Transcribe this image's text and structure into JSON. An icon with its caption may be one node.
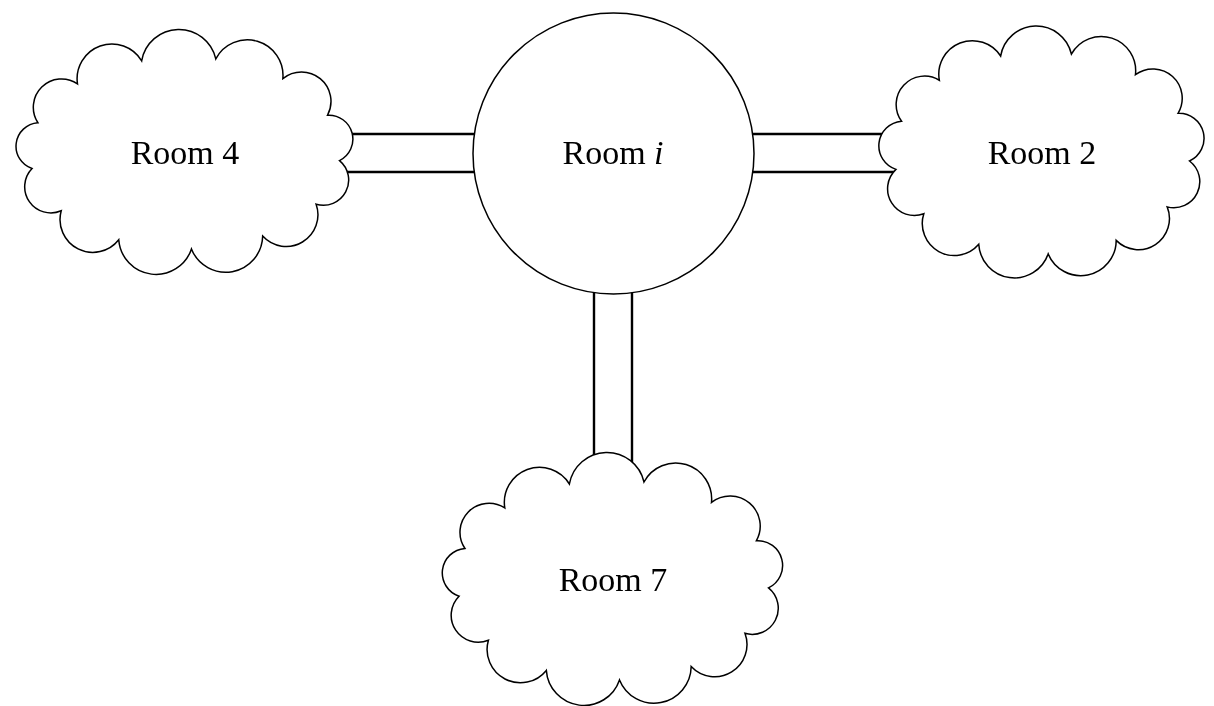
{
  "diagram": {
    "nodes": [
      {
        "text": [
          "Room *i*"
        ]
      },
      {
        "text": [
          "Room 4"
        ]
      },
      {
        "text": [
          "Room 2"
        ]
      },
      {
        "text": [
          "Room 7"
        ]
      }
    ],
    "edges": [
      {
        "from": 0,
        "to": 1,
        "arrow": "none"
      },
      {
        "from": 0,
        "to": 2,
        "arrow": "none"
      },
      {
        "from": 0,
        "to": 3,
        "arrow": "none"
      }
    ]
  }
}
